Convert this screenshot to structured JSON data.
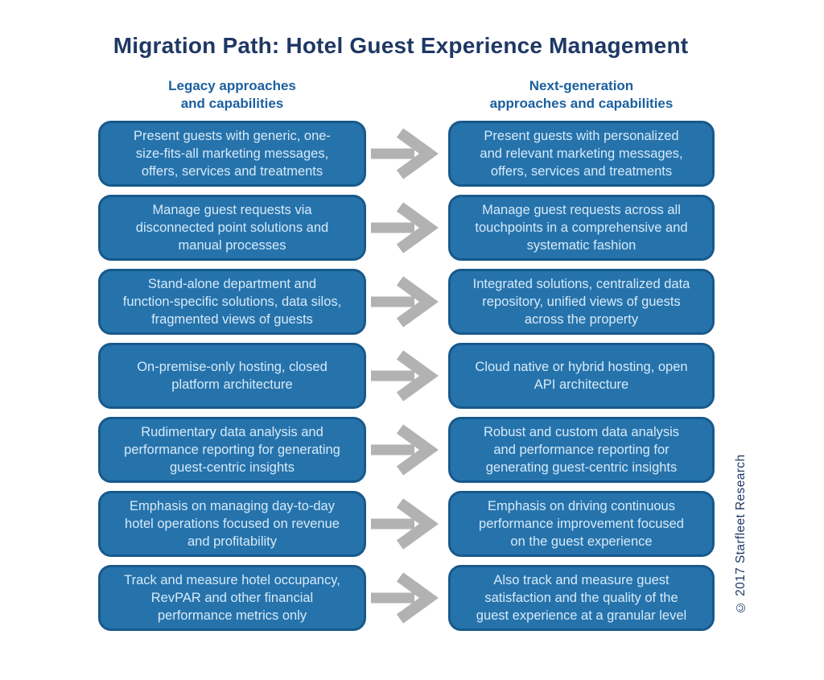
{
  "title": "Migration Path: Hotel Guest Experience Management",
  "column_headers": {
    "legacy": "Legacy approaches\nand capabilities",
    "next_gen": "Next-generation\napproaches and capabilities"
  },
  "rows": [
    {
      "legacy": "Present guests with generic, one-size-fits-all marketing messages, offers, services and treatments",
      "next_gen": "Present guests with personalized and relevant marketing messages, offers, services and treatments"
    },
    {
      "legacy": "Manage guest requests via disconnected point solutions and manual processes",
      "next_gen": "Manage guest requests across all touchpoints in a comprehensive and systematic fashion"
    },
    {
      "legacy": "Stand-alone department and function-specific solutions, data silos, fragmented views of guests",
      "next_gen": "Integrated solutions, centralized data repository, unified views of guests across the property"
    },
    {
      "legacy": "On-premise-only hosting, closed platform architecture",
      "next_gen": "Cloud native or hybrid hosting, open API architecture"
    },
    {
      "legacy": "Rudimentary data analysis and performance reporting for generating guest-centric insights",
      "next_gen": "Robust and custom data analysis and performance reporting for generating guest-centric insights"
    },
    {
      "legacy": "Emphasis on managing day-to-day hotel operations focused on revenue and profitability",
      "next_gen": "Emphasis on driving continuous performance improvement focused on the guest experience"
    },
    {
      "legacy": "Track and measure hotel occupancy, RevPAR and other financial performance metrics only",
      "next_gen": "Also track and measure guest satisfaction and the quality of the guest experience at a granular level"
    }
  ],
  "copyright": "© 2017 Starfleet Research",
  "icons": {
    "arrow": "right-arrow-icon"
  },
  "colors": {
    "box_fill": "#2673AC",
    "box_border": "#17598C",
    "box_text": "#D6EAF8",
    "title_text": "#1F3864",
    "column_header_text": "#1B5F9E",
    "arrow": "#B2B2B2",
    "background": "#FFFFFF"
  }
}
